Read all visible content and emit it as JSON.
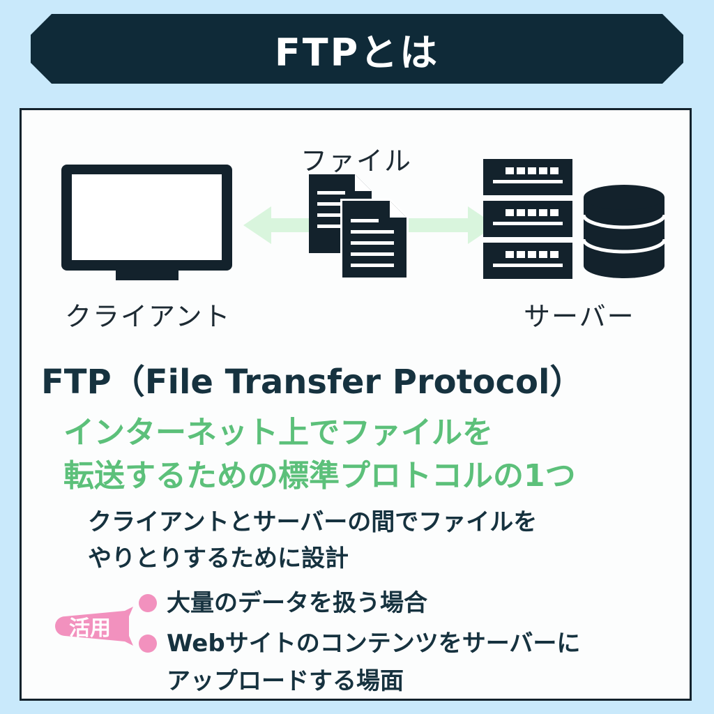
{
  "title": "FTPとは",
  "diagram": {
    "file_label": "ファイル",
    "client_label": "クライアント",
    "server_label": "サーバー"
  },
  "heading": "FTP（File Transfer Protocol）",
  "definition_lines": [
    "インターネット上でファイルを",
    "転送するための標準プロトコルの1つ"
  ],
  "description_lines": [
    "クライアントとサーバーの間でファイルを",
    "やりとりするために設計"
  ],
  "usage": {
    "badge": "活用",
    "items": [
      "大量のデータを扱う場合",
      "Webサイトのコンテンツをサーバーに\nアップロードする場面"
    ]
  },
  "colors": {
    "background": "#c9e9fb",
    "dark": "#0f2a38",
    "green_text": "#5cc07a",
    "arrow": "#d9f5dd",
    "pink": "#f291be"
  }
}
